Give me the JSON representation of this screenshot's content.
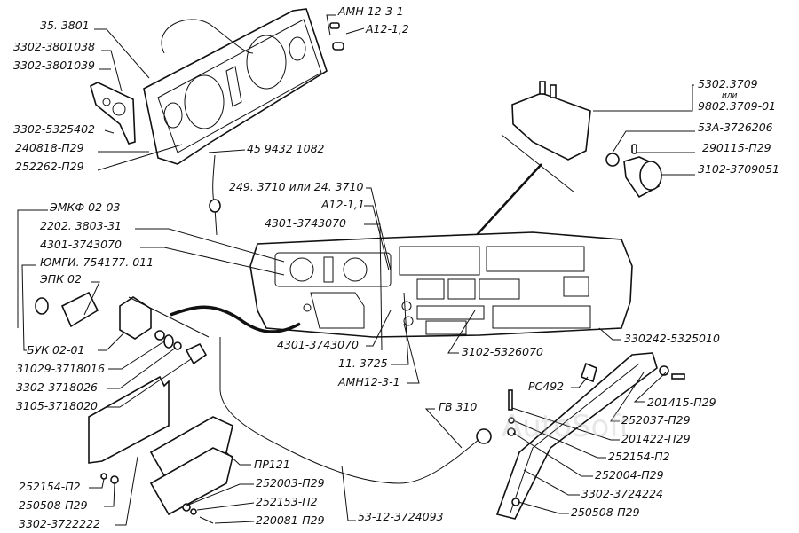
{
  "watermark": "AutoSoft",
  "labels": {
    "l01": "35. 3801",
    "l02": "3302-3801038",
    "l03": "3302-3801039",
    "l04": "3302-5325402",
    "l05": "240818-П29",
    "l06": "252262-П29",
    "l07": "45 9432 1082",
    "l08": "АМН 12-3-1",
    "l09": "А12-1,2",
    "l10": "5302.3709",
    "l10b": "или",
    "l11": "9802.3709-01",
    "l12": "53А-3726206",
    "l13": "290115-П29",
    "l14": "3102-3709051",
    "l15": "249. 3710 или 24. 3710",
    "l16": "А12-1,1",
    "l17": "4301-3743070",
    "l18": "ЭМКФ 02-03",
    "l19": "2202. 3803-31",
    "l20": "4301-3743070",
    "l21": "ЮМГИ. 754177. 011",
    "l22": "ЭПК 02",
    "l23": "БУК 02-01",
    "l24": "31029-3718016",
    "l25": "3302-3718026",
    "l26": "3105-3718020",
    "l27": "252154-П2",
    "l28": "250508-П29",
    "l29": "3302-3722222",
    "l30": "ПР121",
    "l31": "252003-П29",
    "l32": "252153-П2",
    "l33": "220081-П29",
    "l34": "53-12-3724093",
    "l35": "4301-3743070",
    "l36": "11. 3725",
    "l37": "АМН12-3-1",
    "l38": "3102-5326070",
    "l39": "330242-5325010",
    "l40": "РС492",
    "l41": "ГВ 310",
    "l42": "201415-П29",
    "l43": "252037-П29",
    "l44": "201422-П29",
    "l45": "252154-П2",
    "l46": "252004-П29",
    "l47": "3302-3724224",
    "l48": "250508-П29"
  }
}
